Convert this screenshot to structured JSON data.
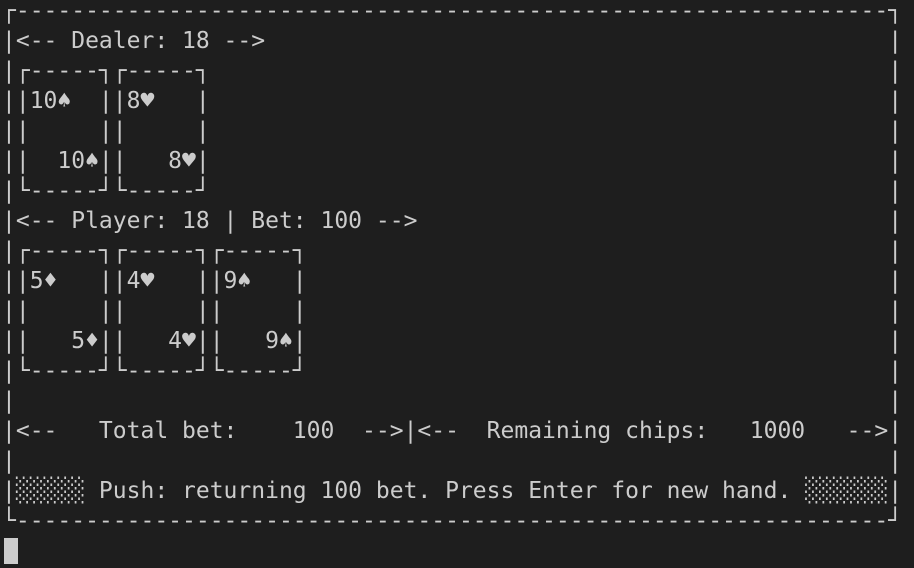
{
  "colors": {
    "background": "#1e1e1e",
    "foreground": "#cccccc"
  },
  "game": {
    "dealer": {
      "title": "Dealer",
      "total": "18",
      "cards": [
        {
          "rank": "10",
          "suit": "spades",
          "display": "10♠"
        },
        {
          "rank": "8",
          "suit": "hearts",
          "display": "8♥"
        }
      ]
    },
    "player": {
      "title": "Player",
      "total": "18",
      "bet": "100",
      "cards": [
        {
          "rank": "5",
          "suit": "diamonds",
          "display": "5♦"
        },
        {
          "rank": "4",
          "suit": "hearts",
          "display": "4♥"
        },
        {
          "rank": "9",
          "suit": "spades",
          "display": "9♠"
        }
      ]
    },
    "totals": {
      "total_bet_label": "Total bet:",
      "total_bet": "100",
      "remaining_chips_label": "Remaining chips:",
      "remaining_chips": "1000"
    },
    "outcome": "Push",
    "status_message": "Push: returning 100 bet. Press Enter for new hand."
  },
  "screen": {
    "lines": [
      "┌---------------------------------------------------------------┐",
      "|<-- Dealer: 18 -->                                             |",
      "|┌-----┐┌-----┐                                                 |",
      "||10♠  ||8♥   |                                                 |",
      "||     ||     |                                                 |",
      "||  10♠||   8♥|                                                 |",
      "|└-----┘└-----┘                                                 |",
      "|<-- Player: 18 | Bet: 100 -->                                  |",
      "|┌-----┐┌-----┐┌-----┐                                          |",
      "||5♦   ||4♥   ||9♠   |                                          |",
      "||     ||     ||     |                                          |",
      "||   5♦||   4♥||   9♠|                                          |",
      "|└-----┘└-----┘└-----┘                                          |",
      "|                                                               |",
      "|<--   Total bet:    100  -->|<--  Remaining chips:   1000   -->|",
      "|                                                               |",
      "|░░░░░ Push: returning 100 bet. Press Enter for new hand. ░░░░░░|",
      "└---------------------------------------------------------------┘"
    ]
  }
}
